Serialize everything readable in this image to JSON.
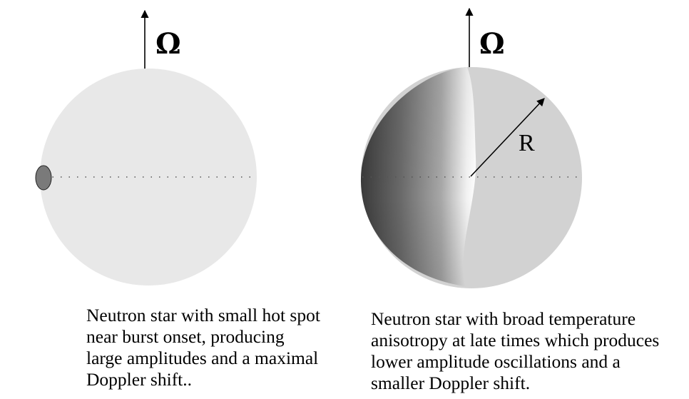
{
  "left_panel": {
    "axis_symbol": "Ω",
    "caption": "Neutron star with small hot spot\nnear burst onset, producing\nlarge amplitudes and a maximal\nDoppler shift.."
  },
  "right_panel": {
    "axis_symbol": "Ω",
    "radius_label": "R",
    "caption": "Neutron star with broad temperature\nanisotropy at late times which produces\nlower amplitude oscillations and a\nsmaller Doppler shift."
  },
  "colors": {
    "star_fill": "#e8e8e8",
    "star_fill_right": "#d2d2d2",
    "hot_spot": "#7a7a7a",
    "line": "#000000"
  }
}
